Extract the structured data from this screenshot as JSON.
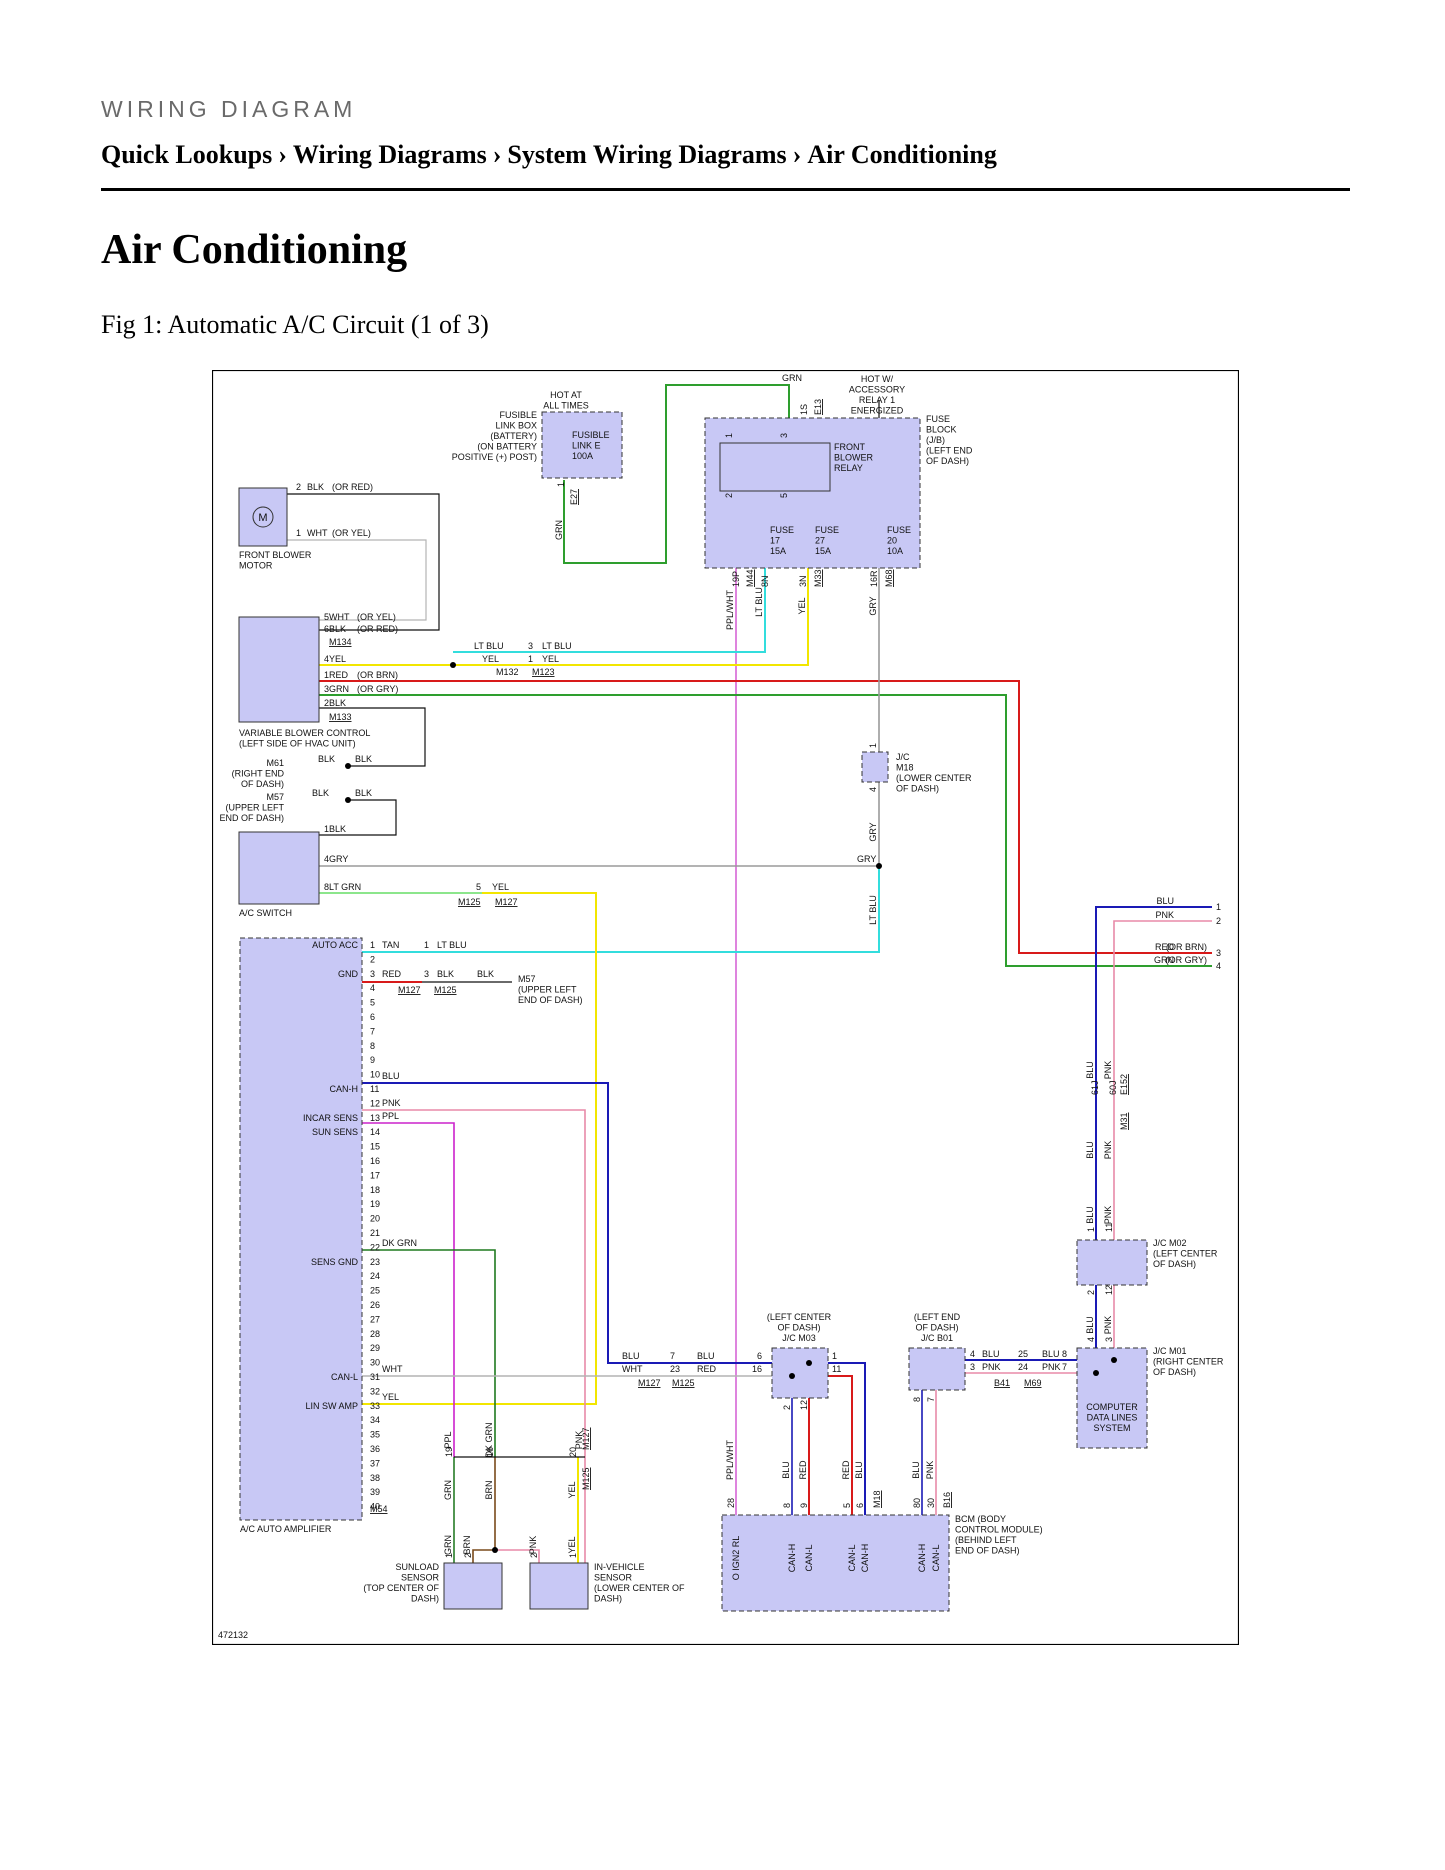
{
  "header": {
    "kicker": "WIRING DIAGRAM",
    "breadcrumb": [
      "Quick Lookups",
      "Wiring Diagrams",
      "System Wiring Diagrams",
      "Air Conditioning"
    ],
    "separator": "›"
  },
  "page_title": "Air Conditioning",
  "figure_caption": "Fig 1: Automatic A/C Circuit (1 of 3)",
  "diagram": {
    "figure_id": "472132",
    "wire_colors": {
      "GRN": "#2e9e2e",
      "YEL": "#f2e600",
      "LT_BLU": "#33dddd",
      "RED": "#d81a1a",
      "BLU": "#1a1ab5",
      "PNK": "#e88aa8",
      "PPL": "#cc22cc",
      "GRY": "#9a9a9a",
      "BLK": "#111111",
      "WHT": "#b4b4b4",
      "TAN": "#c9a86a",
      "DKGRN": "#1f7a1f",
      "BRN": "#7a4a1a",
      "LTGRN": "#66dd66",
      "PPLWHT": "#d666d6"
    },
    "labels": {
      "hot_at_all_times": [
        "HOT AT",
        "ALL TIMES"
      ],
      "hot_w_accessory": [
        "HOT W/",
        "ACCESSORY",
        "RELAY 1",
        "ENERGIZED"
      ],
      "fusible_link_box": [
        "FUSIBLE",
        "LINK BOX",
        "(BATTERY)",
        "(ON BATTERY",
        "POSITIVE (+) POST)"
      ],
      "fusible_link_e": [
        "FUSIBLE",
        "LINK E",
        "100A"
      ],
      "fuse_block": [
        "FUSE",
        "BLOCK",
        "(J/B)",
        "(LEFT END",
        "OF DASH)"
      ],
      "front_blower_relay": [
        "FRONT",
        "BLOWER",
        "RELAY"
      ],
      "fuse_17": [
        "FUSE",
        "17",
        "15A"
      ],
      "fuse_27": [
        "FUSE",
        "27",
        "15A"
      ],
      "fuse_20": [
        "FUSE",
        "20",
        "10A"
      ],
      "front_blower_motor": [
        "FRONT BLOWER",
        "MOTOR"
      ],
      "motor_symbol": "M",
      "variable_blower_control": [
        "VARIABLE BLOWER CONTROL",
        "(LEFT SIDE OF HVAC UNIT)"
      ],
      "m61": [
        "M61",
        "(RIGHT END",
        "OF DASH)"
      ],
      "m57": [
        "M57",
        "(UPPER LEFT",
        "END OF DASH)"
      ],
      "ac_switch": "A/C SWITCH",
      "jc_m18": [
        "J/C",
        "M18",
        "(LOWER CENTER",
        "OF DASH)"
      ],
      "ac_auto_amplifier": "A/C AUTO AMPLIFIER",
      "m57_gnd": [
        "M57",
        "(UPPER LEFT",
        "END OF DASH)"
      ],
      "sunload_sensor": [
        "SUNLOAD",
        "SENSOR",
        "(TOP CENTER OF",
        "DASH)"
      ],
      "in_vehicle_sensor": [
        "IN-VEHICLE",
        "SENSOR",
        "(LOWER CENTER OF",
        "DASH)"
      ],
      "jc_m03": [
        "(LEFT CENTER",
        "OF DASH)",
        "J/C M03"
      ],
      "jc_b01": [
        "(LEFT END",
        "OF DASH)",
        "J/C B01"
      ],
      "jc_m02": [
        "J/C M02",
        "(LEFT CENTER",
        "OF DASH)"
      ],
      "jc_m01": [
        "J/C M01",
        "(RIGHT CENTER",
        "OF DASH)"
      ],
      "computer_data_lines": [
        "COMPUTER",
        "DATA LINES",
        "SYSTEM"
      ],
      "bcm": [
        "BCM (BODY",
        "CONTROL MODULE)",
        "(BEHIND LEFT",
        "END OF DASH)"
      ]
    },
    "amp_pins": [
      {
        "pin": "1",
        "label": "AUTO ACC"
      },
      {
        "pin": "2",
        "label": ""
      },
      {
        "pin": "3",
        "label": "GND"
      },
      {
        "pin": "4",
        "label": ""
      },
      {
        "pin": "5",
        "label": ""
      },
      {
        "pin": "6",
        "label": ""
      },
      {
        "pin": "7",
        "label": ""
      },
      {
        "pin": "8",
        "label": ""
      },
      {
        "pin": "9",
        "label": ""
      },
      {
        "pin": "10",
        "label": ""
      },
      {
        "pin": "11",
        "label": "CAN-H"
      },
      {
        "pin": "12",
        "label": ""
      },
      {
        "pin": "13",
        "label": "INCAR SENS"
      },
      {
        "pin": "14",
        "label": "SUN SENS"
      },
      {
        "pin": "15",
        "label": ""
      },
      {
        "pin": "16",
        "label": ""
      },
      {
        "pin": "17",
        "label": ""
      },
      {
        "pin": "18",
        "label": ""
      },
      {
        "pin": "19",
        "label": ""
      },
      {
        "pin": "20",
        "label": ""
      },
      {
        "pin": "21",
        "label": ""
      },
      {
        "pin": "22",
        "label": ""
      },
      {
        "pin": "23",
        "label": "SENS GND"
      },
      {
        "pin": "24",
        "label": ""
      },
      {
        "pin": "25",
        "label": ""
      },
      {
        "pin": "26",
        "label": ""
      },
      {
        "pin": "27",
        "label": ""
      },
      {
        "pin": "28",
        "label": ""
      },
      {
        "pin": "29",
        "label": ""
      },
      {
        "pin": "30",
        "label": ""
      },
      {
        "pin": "31",
        "label": "CAN-L"
      },
      {
        "pin": "32",
        "label": ""
      },
      {
        "pin": "33",
        "label": "LIN SW AMP"
      },
      {
        "pin": "34",
        "label": ""
      },
      {
        "pin": "35",
        "label": ""
      },
      {
        "pin": "36",
        "label": ""
      },
      {
        "pin": "37",
        "label": ""
      },
      {
        "pin": "38",
        "label": ""
      },
      {
        "pin": "39",
        "label": ""
      },
      {
        "pin": "40",
        "label": ""
      }
    ],
    "amp_connector": "M54",
    "bcm_pins": [
      {
        "pin": "28",
        "label": "O IGN2 RL"
      },
      {
        "pin": "8",
        "label": "CAN-H"
      },
      {
        "pin": "9",
        "label": "CAN-L"
      },
      {
        "pin": "5",
        "label": "CAN-L"
      },
      {
        "pin": "6",
        "label": "CAN-H"
      },
      {
        "pin": "80",
        "label": "CAN-H"
      },
      {
        "pin": "30",
        "label": "CAN-L"
      }
    ],
    "bcm_connectors": {
      "left": "M18",
      "right": "B16"
    },
    "right_edge_pins": [
      {
        "wire": "BLU",
        "pin": "1"
      },
      {
        "wire": "PNK",
        "pin": "2"
      },
      {
        "wire": "RED",
        "alt": "(OR BRN)",
        "pin": "3"
      },
      {
        "wire": "GRN",
        "alt": "(OR GRY)",
        "pin": "4"
      }
    ],
    "wire_labels": {
      "GRN": "GRN",
      "YEL": "YEL",
      "LT_BLU": "LT BLU",
      "RED": "RED",
      "BLU": "BLU",
      "PNK": "PNK",
      "PPL": "PPL",
      "GRY": "GRY",
      "BLK": "BLK",
      "WHT": "WHT",
      "TAN": "TAN",
      "DK_GRN": "DK GRN",
      "BRN": "BRN",
      "LT_GRN": "LT GRN",
      "PPL_WHT": "PPL/WHT",
      "or_red": "(OR RED)",
      "or_yel": "(OR YEL)",
      "or_brn": "(OR BRN)",
      "or_gry": "(OR GRY)"
    },
    "connectors": {
      "E13": "E13",
      "E27": "E27",
      "M44": "M44",
      "M33": "M33",
      "M68": "M68",
      "M134": "M134",
      "M133": "M133",
      "M132": "M132",
      "M123": "M123",
      "M125": "M125",
      "M127": "M127",
      "M31": "M31",
      "E152": "E152",
      "B41": "B41",
      "M69": "M69"
    },
    "cavities": {
      "c1S": "1S",
      "c19P": "19P",
      "c8N": "8N",
      "c3N": "3N",
      "c16R": "16R",
      "c61J": "61J",
      "c60J": "60J"
    },
    "pin_numbers": [
      "1",
      "2",
      "3",
      "4",
      "5",
      "6",
      "7",
      "8",
      "11",
      "12",
      "16",
      "19",
      "20",
      "23",
      "24",
      "25"
    ]
  }
}
